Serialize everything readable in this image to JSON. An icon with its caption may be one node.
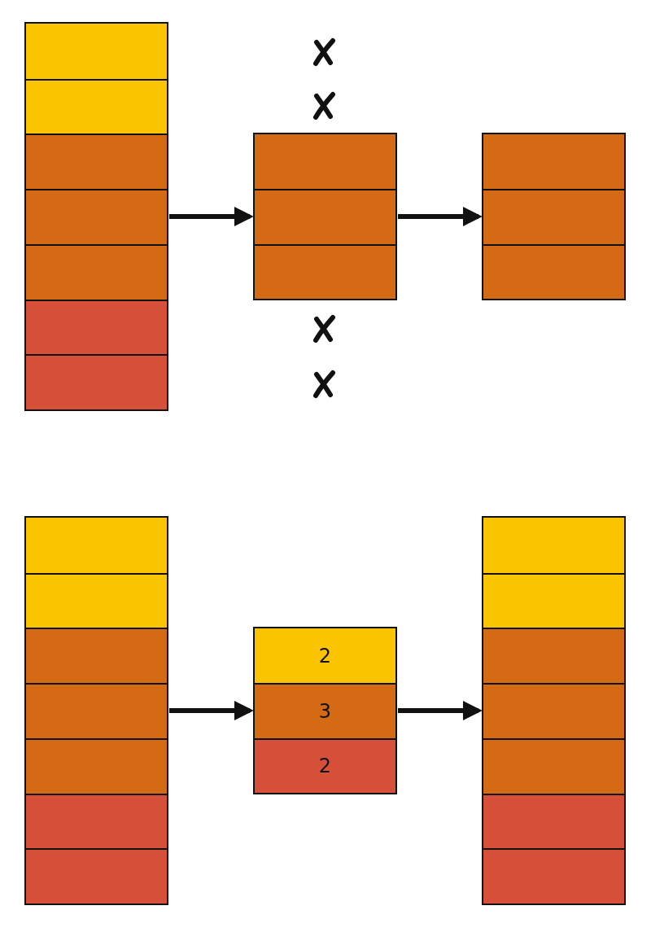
{
  "diagram": {
    "nodes": [
      {
        "text": [],
        "shape": "box"
      },
      {
        "text": [],
        "shape": "box",
        "in": 0
      },
      {
        "text": [],
        "shape": "box",
        "in": 0
      },
      {
        "text": [],
        "shape": "box",
        "in": 0
      },
      {
        "text": [],
        "shape": "box",
        "in": 0
      },
      {
        "text": [],
        "shape": "box",
        "in": 0
      },
      {
        "text": [],
        "shape": "box",
        "in": 0
      },
      {
        "text": [],
        "shape": "box",
        "in": 0
      },
      {
        "text": [],
        "shape": "box"
      },
      {
        "text": [],
        "shape": "box",
        "in": 8
      },
      {
        "text": [],
        "shape": "box",
        "in": 8
      },
      {
        "text": [],
        "shape": "box",
        "in": 8
      },
      {
        "text": [],
        "shape": "box"
      },
      {
        "text": [],
        "shape": "box",
        "in": 12
      },
      {
        "text": [],
        "shape": "box",
        "in": 12
      },
      {
        "text": [],
        "shape": "box",
        "in": 12
      },
      {
        "text": [],
        "shape": "box"
      },
      {
        "text": [],
        "shape": "box",
        "in": 16
      },
      {
        "text": [],
        "shape": "box",
        "in": 16
      },
      {
        "text": [],
        "shape": "box",
        "in": 16
      },
      {
        "text": [],
        "shape": "box",
        "in": 16
      },
      {
        "text": [],
        "shape": "box",
        "in": 16
      },
      {
        "text": [],
        "shape": "box",
        "in": 16
      },
      {
        "text": [],
        "shape": "box",
        "in": 16
      },
      {
        "text": [],
        "shape": "box"
      },
      {
        "text": [
          "2"
        ],
        "in": 24
      },
      {
        "text": [
          "3"
        ],
        "in": 24
      },
      {
        "text": [
          "2"
        ],
        "in": 24
      },
      {
        "text": [],
        "shape": "box"
      },
      {
        "text": [],
        "shape": "box",
        "in": 28
      },
      {
        "text": [],
        "shape": "box",
        "in": 28
      },
      {
        "text": [],
        "shape": "box",
        "in": 28
      },
      {
        "text": [],
        "shape": "box",
        "in": 28
      },
      {
        "text": [],
        "shape": "box",
        "in": 28
      },
      {
        "text": [],
        "shape": "box",
        "in": 28
      },
      {
        "text": [],
        "shape": "box",
        "in": 28
      }
    ],
    "edges": [
      {
        "from": 0,
        "to": 8,
        "arrow": "to"
      },
      {
        "from": 8,
        "to": 12,
        "arrow": "to"
      },
      {
        "from": 16,
        "to": 24,
        "arrow": "to"
      },
      {
        "from": 24,
        "to": 28,
        "arrow": "to"
      }
    ]
  }
}
